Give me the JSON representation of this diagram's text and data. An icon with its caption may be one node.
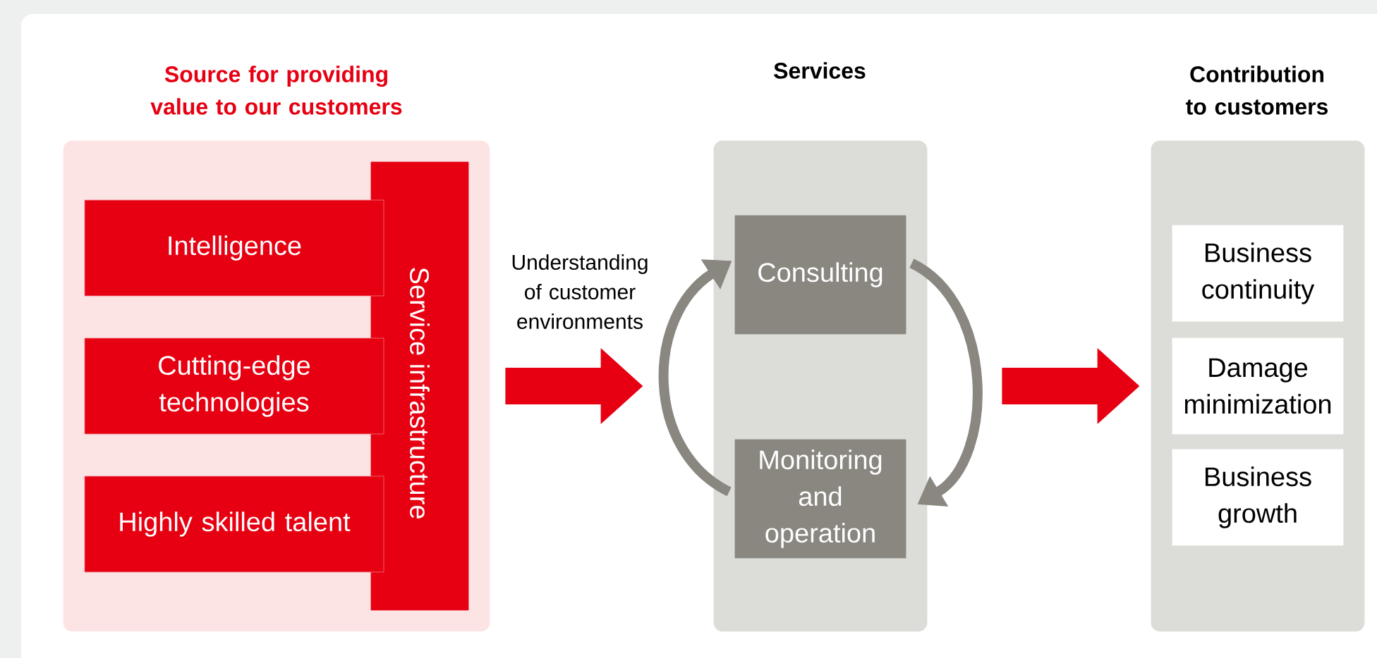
{
  "diagram": {
    "nodes": [
      {
        "text": [
          "Source for providing value to our customers"
        ]
      },
      {
        "text": [
          "Intelligence"
        ],
        "in": 0
      },
      {
        "text": [
          "Cutting-edge technologies"
        ],
        "in": 0
      },
      {
        "text": [
          "Highly skilled talent"
        ],
        "in": 0
      },
      {
        "text": [
          "Service infrastructure"
        ],
        "in": 0
      },
      {
        "text": [
          "Services"
        ]
      },
      {
        "text": [
          "Consulting"
        ],
        "in": 5
      },
      {
        "text": [
          "Monitoring and operation"
        ],
        "in": 5
      },
      {
        "text": [
          "Contribution to customers"
        ]
      },
      {
        "text": [
          "Business continuity"
        ],
        "in": 8
      },
      {
        "text": [
          "Damage minimization"
        ],
        "in": 8
      },
      {
        "text": [
          "Business growth"
        ],
        "in": 8
      }
    ],
    "edges": [
      {
        "from": 0,
        "to": 5,
        "arrow": "to",
        "label": "Understanding of customer environments",
        "style": "thick",
        "color": "#e60012"
      },
      {
        "from": 5,
        "to": 8,
        "arrow": "to",
        "style": "thick",
        "color": "#e60012"
      },
      {
        "from": 6,
        "to": 7,
        "arrow": "to",
        "color": "#898780"
      },
      {
        "from": 7,
        "to": 6,
        "arrow": "to",
        "color": "#898780"
      }
    ]
  }
}
